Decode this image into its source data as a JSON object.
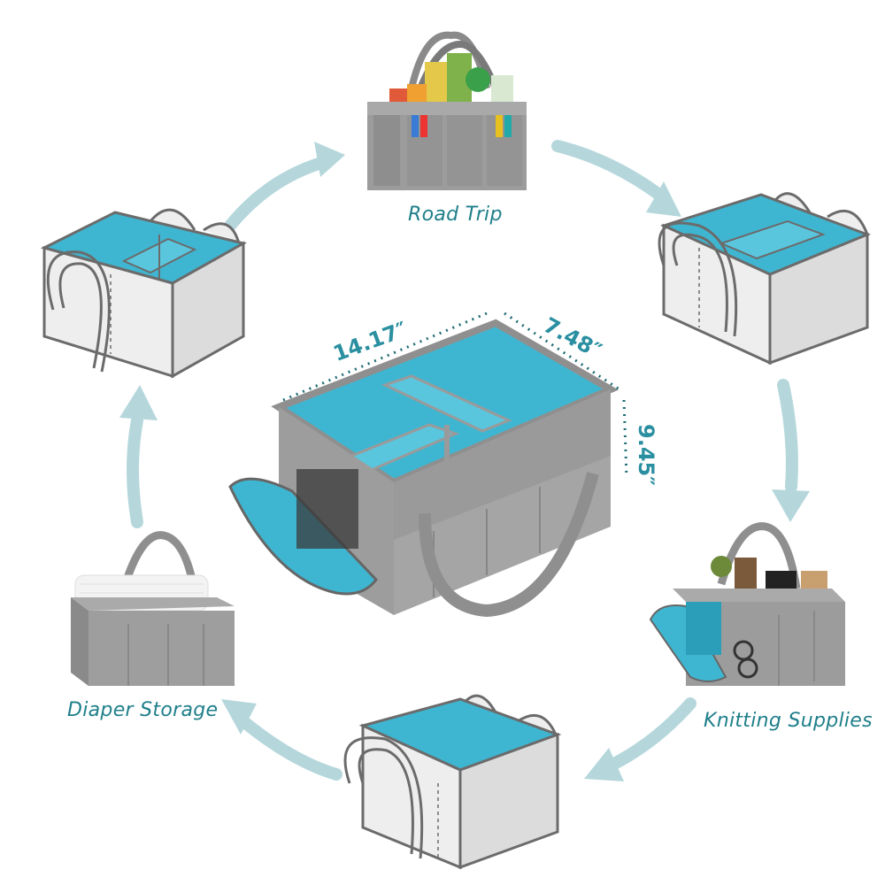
{
  "labels": {
    "top": "Road Trip",
    "right": "Knitting Supplies",
    "left": "Diaper Storage"
  },
  "dimensions": {
    "width": "14.17″",
    "depth": "7.48″",
    "height": "9.45″"
  },
  "colors": {
    "felt_gray": "#8f8f8f",
    "felt_dark": "#6f6f6f",
    "teal_lining": "#3fb6d1",
    "teal_dark": "#2b9fb9",
    "outline": "#6b6b6b",
    "arrow": "#b5d7dc",
    "text_teal": "#1f7f8a"
  },
  "icons": [
    "cycle-arrow-icon"
  ]
}
